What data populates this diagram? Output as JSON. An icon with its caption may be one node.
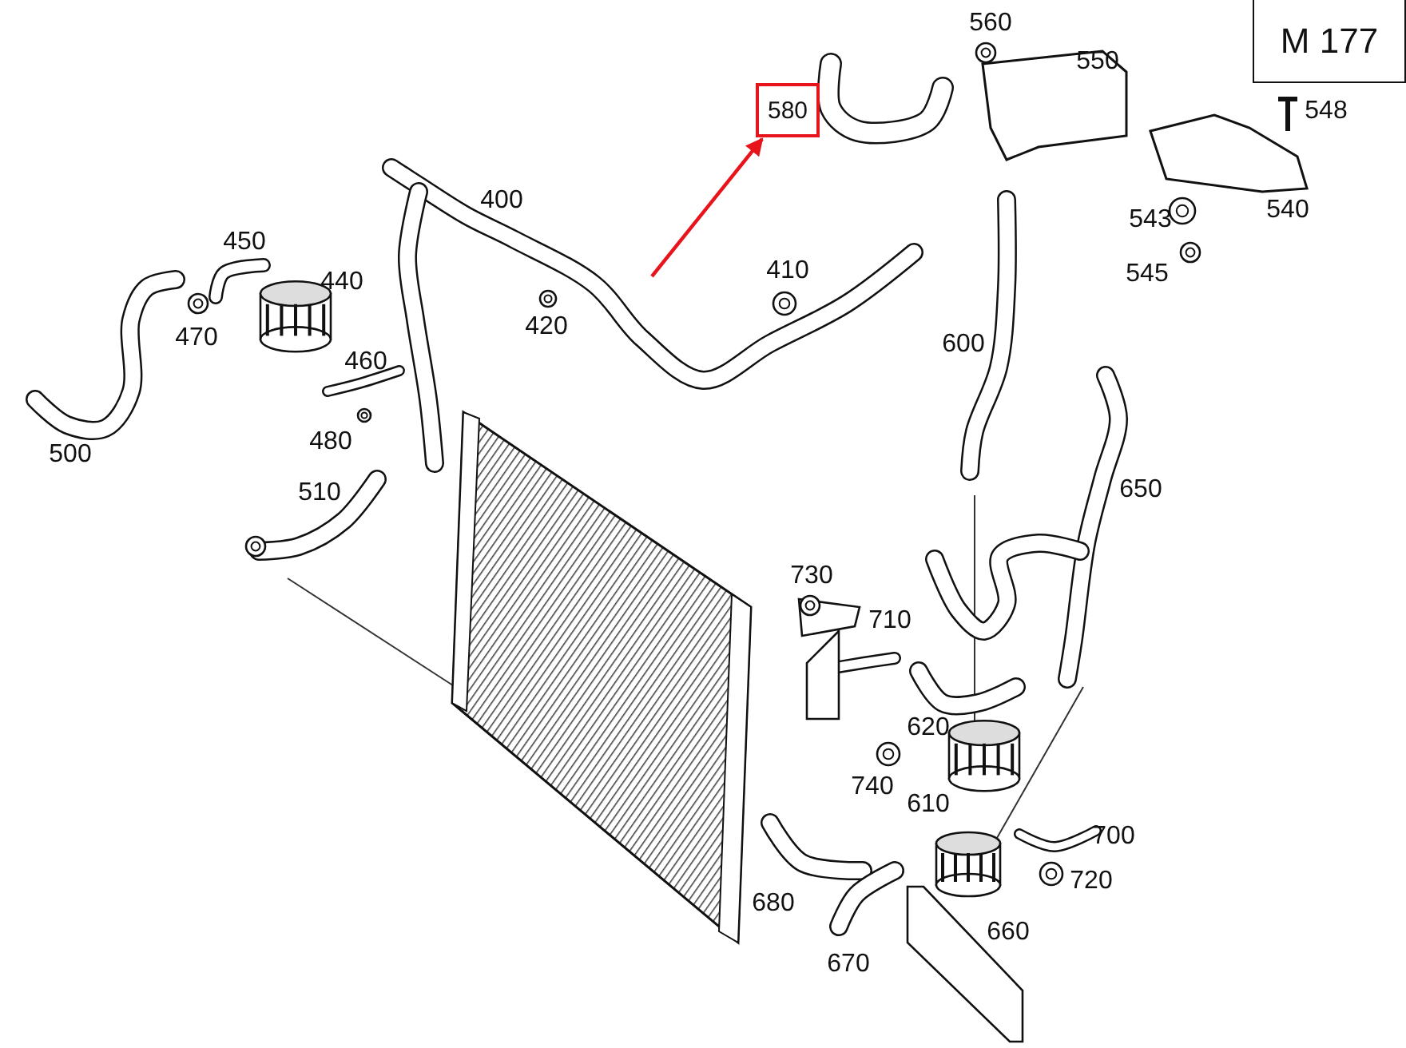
{
  "diagram": {
    "nodes": [
      {
        "text": [
          "M 177"
        ]
      },
      {
        "text": [
          "580"
        ]
      }
    ],
    "edges": [
      {
        "from": null,
        "to": 1,
        "arrow": "to",
        "color": "#e8141c"
      }
    ],
    "labels": [
      "560",
      "550",
      "548",
      "400",
      "543",
      "540",
      "450",
      "410",
      "440",
      "545",
      "470",
      "420",
      "600",
      "460",
      "480",
      "500",
      "650",
      "510",
      "730",
      "710",
      "620",
      "740",
      "610",
      "700",
      "720",
      "680",
      "660",
      "670"
    ]
  }
}
